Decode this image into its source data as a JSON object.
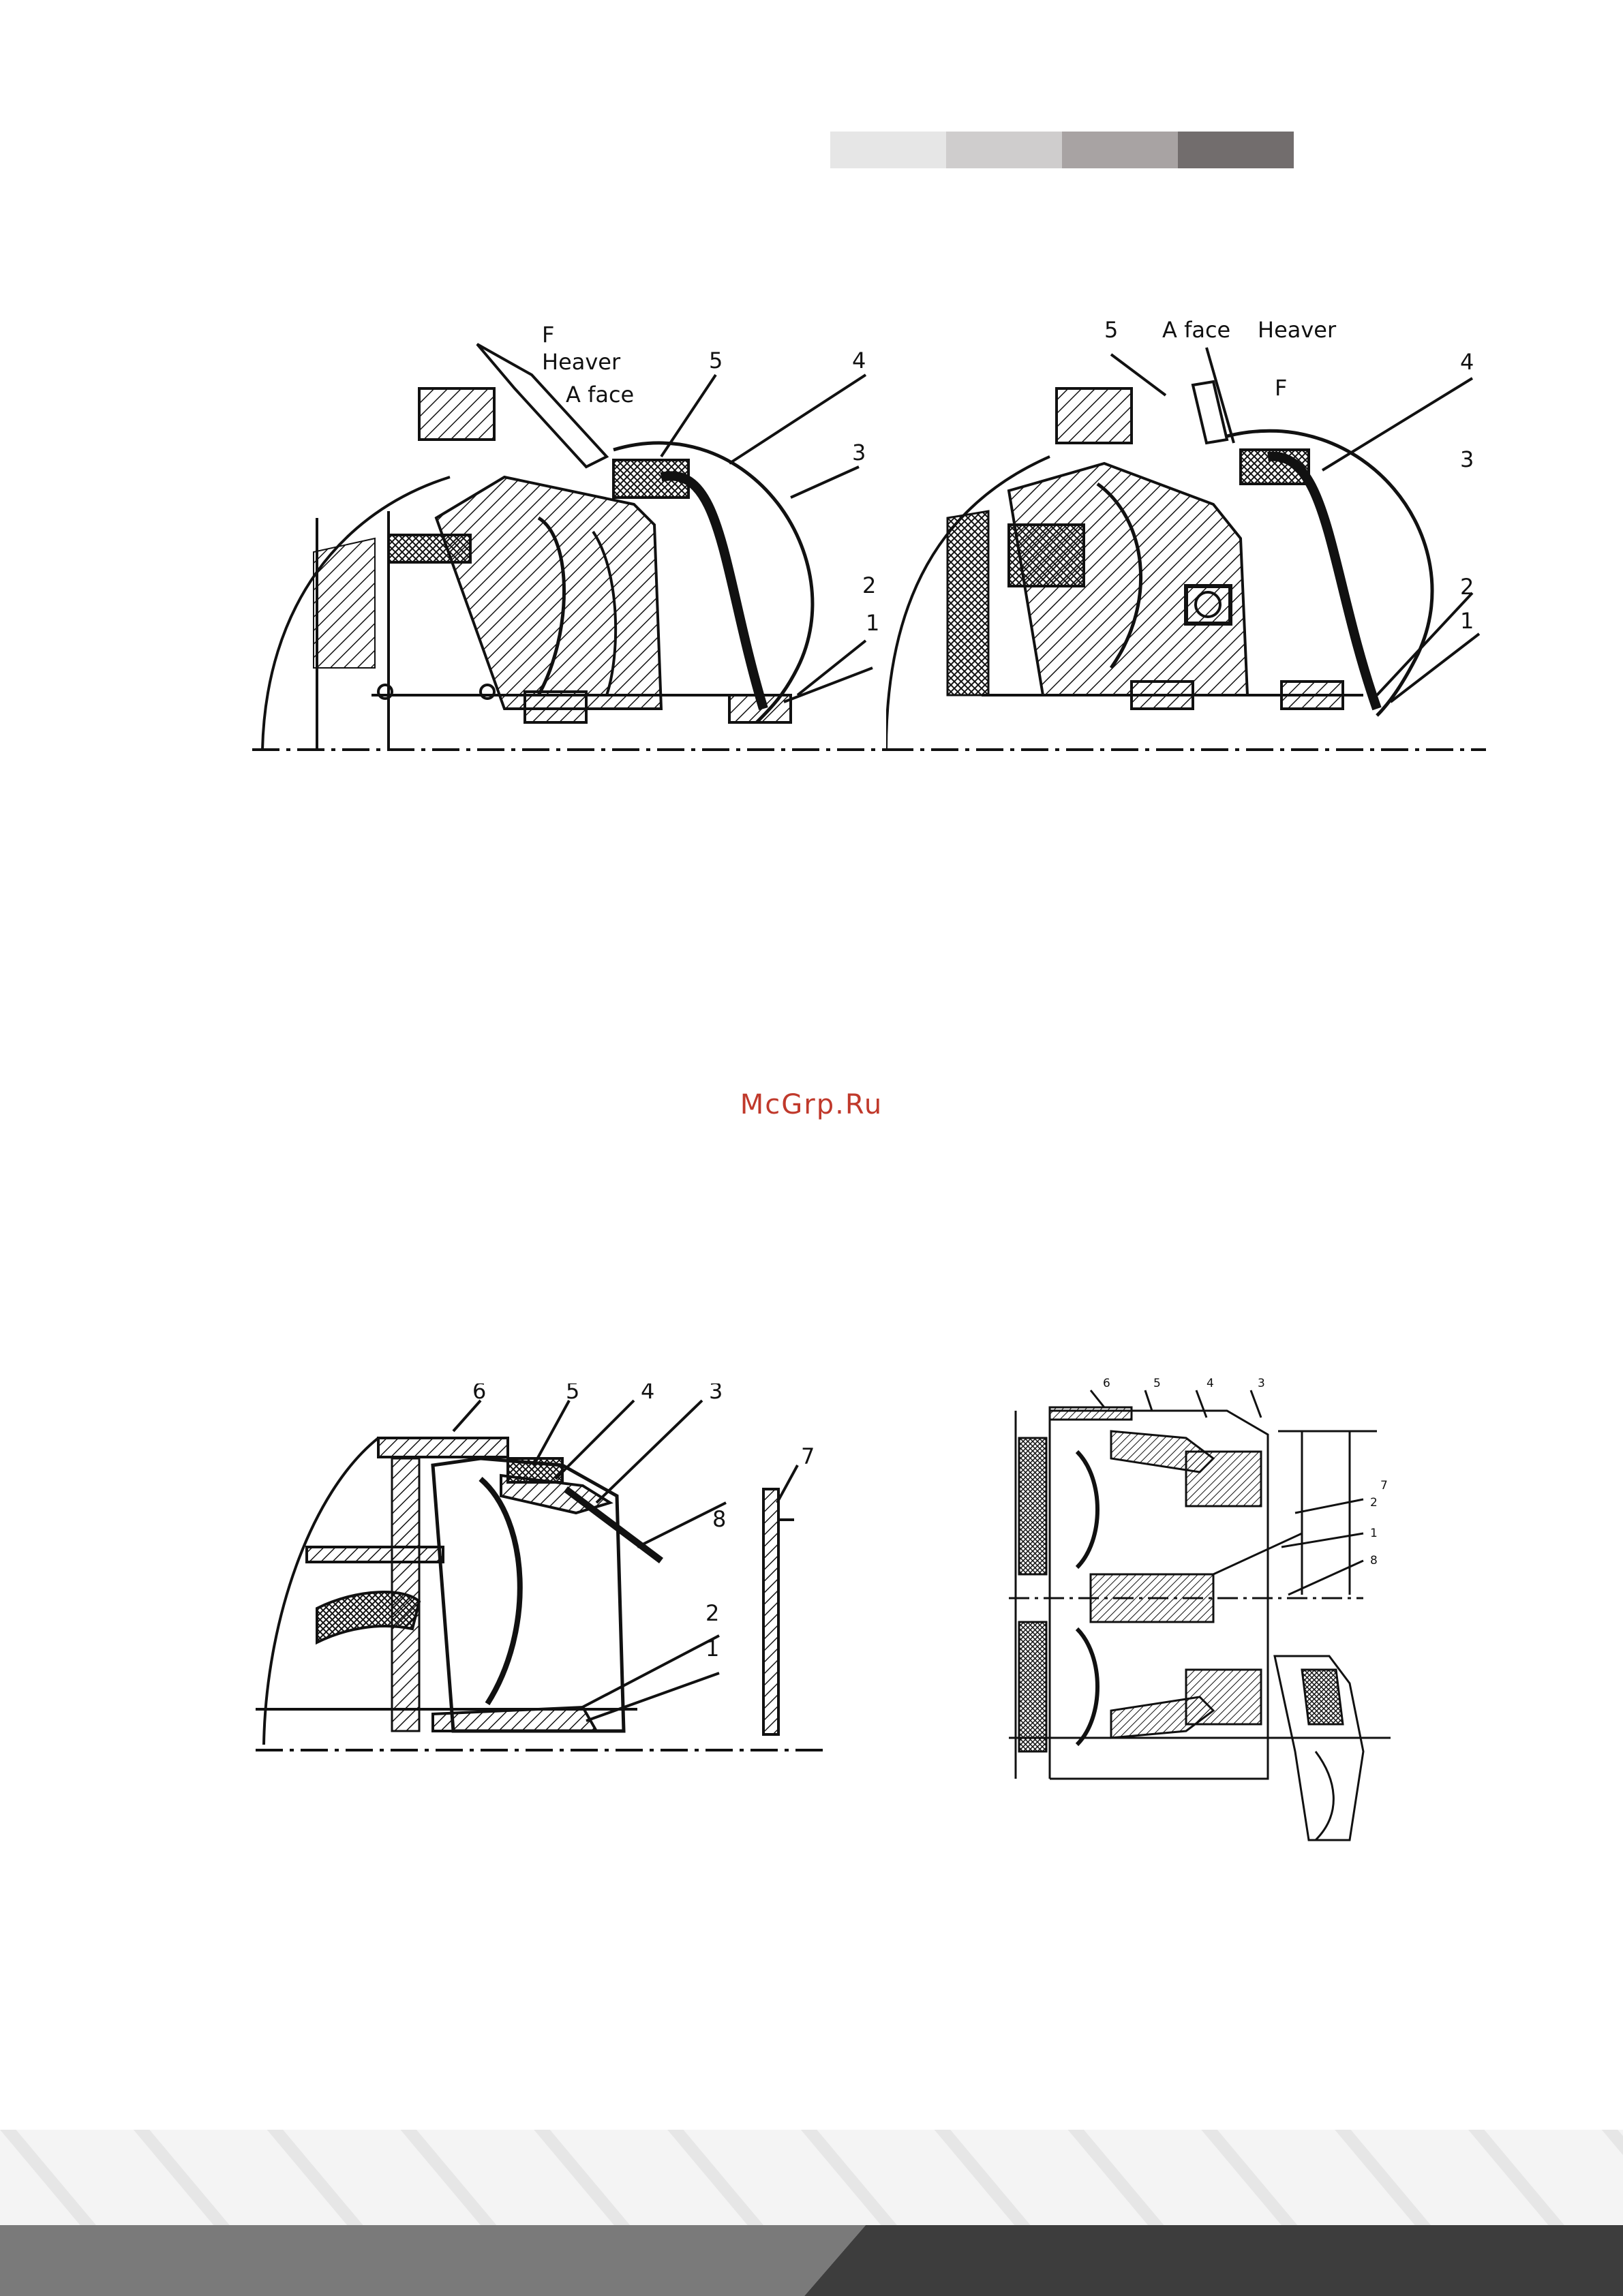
{
  "header": {
    "color_bar": [
      "#e6e6e6",
      "#cfcdcd",
      "#a8a3a3",
      "#726d6d"
    ]
  },
  "figure_top_left": {
    "labels": {
      "force": "F",
      "heaver": "Heaver",
      "a_face": "A face",
      "n5": "5",
      "n4": "4",
      "n3": "3",
      "n2": "2",
      "n1": "1"
    }
  },
  "figure_top_right": {
    "labels": {
      "n5": "5",
      "a_face": "A face",
      "heaver": "Heaver",
      "force": "F",
      "n4": "4",
      "n3": "3",
      "n2": "2",
      "n1": "1"
    }
  },
  "figure_bottom_left": {
    "labels": {
      "n6": "6",
      "n5": "5",
      "n4": "4",
      "n3": "3",
      "n7": "7",
      "n8": "8",
      "n2": "2",
      "n1": "1"
    }
  },
  "figure_bottom_right": {
    "labels": {
      "n6": "6",
      "n5": "5",
      "n4": "4",
      "n3": "3",
      "n7": "7",
      "n2": "2",
      "n1": "1",
      "n8": "8"
    }
  },
  "watermark": {
    "text": "McGrp.Ru",
    "color": "#c0392b"
  },
  "footer": {
    "light_color": "#eeeeee",
    "dark_color": "#3d3d3d",
    "mid_color": "#7a7a7a"
  }
}
